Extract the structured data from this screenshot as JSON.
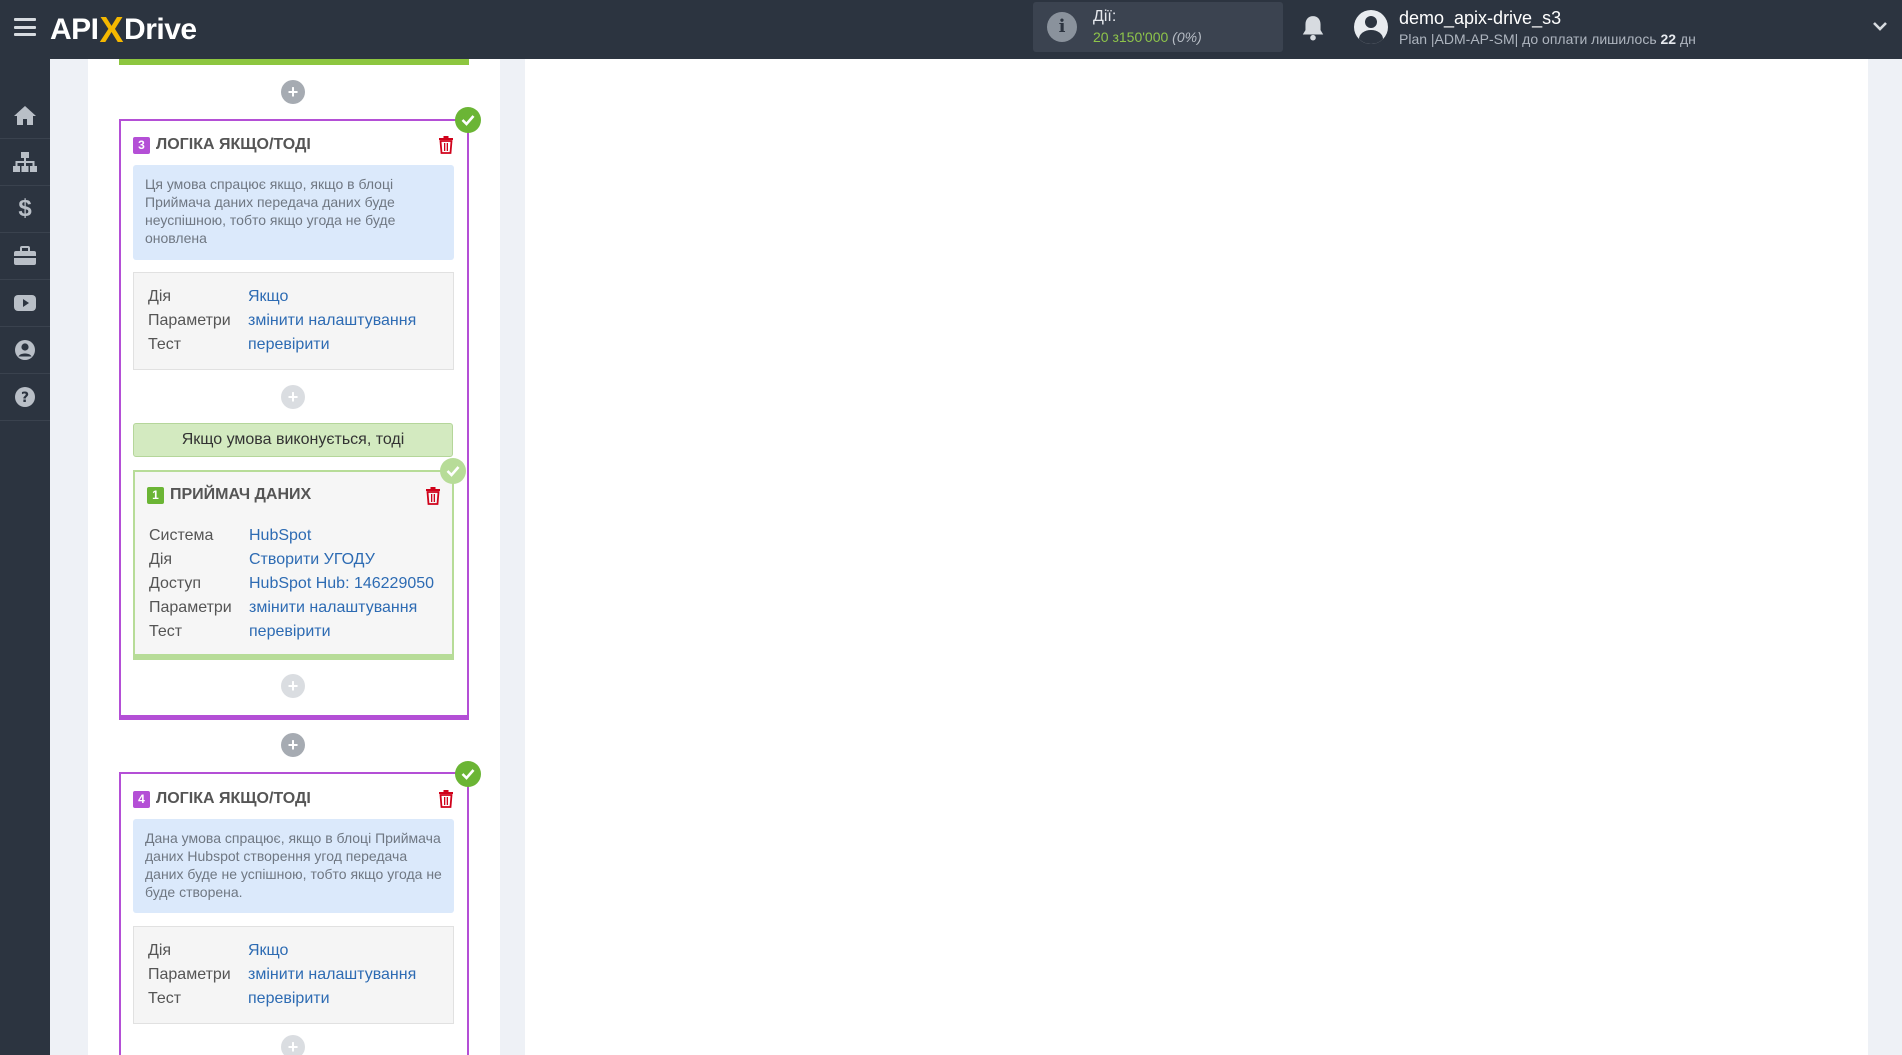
{
  "header": {
    "logo": {
      "api": "API",
      "x": "X",
      "drive": "Drive"
    },
    "actions": {
      "label": "Дії:",
      "used": "20",
      "of": "з",
      "total": "150'000",
      "percent": "(0%)"
    },
    "user": {
      "name": "demo_apix-drive_s3",
      "plan_prefix": "Plan |ADM-AP-SM| до оплати лишилось",
      "days": "22",
      "days_unit": "дн"
    }
  },
  "sidebar": {
    "items": [
      {
        "icon": "home-icon"
      },
      {
        "icon": "sitemap-icon"
      },
      {
        "icon": "dollar-icon"
      },
      {
        "icon": "briefcase-icon"
      },
      {
        "icon": "youtube-icon"
      },
      {
        "icon": "user-circle-icon"
      },
      {
        "icon": "help-icon"
      }
    ]
  },
  "blocks": {
    "logic3": {
      "number": "3",
      "title": "ЛОГІКА ЯКЩО/ТОДІ",
      "description": "Ця умова спрацює якщо, якщо в блоці Приймача даних передача даних буде неуспішною, тобто якщо угода не буде оновлена",
      "rows": [
        {
          "key": "Дія",
          "value": "Якщо"
        },
        {
          "key": "Параметри",
          "value": "змінити налаштування"
        },
        {
          "key": "Тест",
          "value": "перевірити"
        }
      ],
      "condition_label": "Якщо умова виконується, тоді",
      "receiver": {
        "number": "1",
        "title": "ПРИЙМАЧ ДАНИХ",
        "rows": [
          {
            "key": "Система",
            "value": "HubSpot"
          },
          {
            "key": "Дія",
            "value": "Створити УГОДУ"
          },
          {
            "key": "Доступ",
            "value": "HubSpot Hub: 146229050"
          },
          {
            "key": "Параметри",
            "value": "змінити налаштування"
          },
          {
            "key": "Тест",
            "value": "перевірити"
          }
        ]
      }
    },
    "logic4": {
      "number": "4",
      "title": "ЛОГІКА ЯКЩО/ТОДІ",
      "description": "Дана умова спрацює, якщо в блоці Приймача даних Hubspot створення угод передача даних буде не успішною, тобто якщо угода не буде створена.",
      "rows": [
        {
          "key": "Дія",
          "value": "Якщо"
        },
        {
          "key": "Параметри",
          "value": "змінити налаштування"
        },
        {
          "key": "Тест",
          "value": "перевірити"
        }
      ]
    }
  },
  "colors": {
    "topbar": "#2c3440",
    "logic_border": "#b44fd6",
    "success": "#6bb535",
    "link": "#2d6bb3",
    "delete": "#d0021b"
  }
}
